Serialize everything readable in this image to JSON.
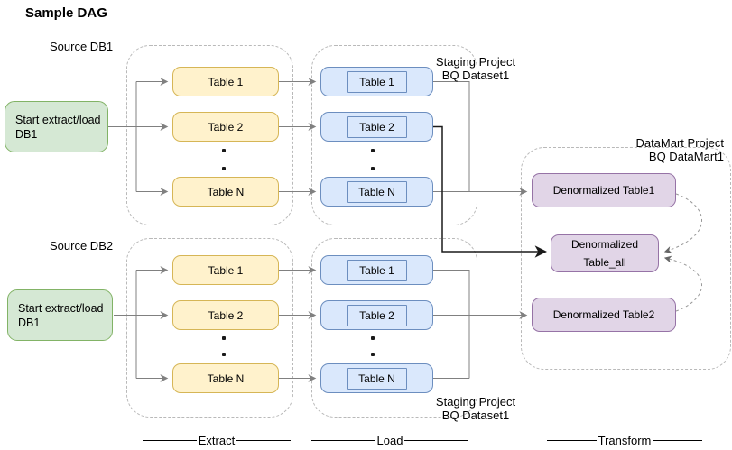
{
  "title": "Sample DAG",
  "colors": {
    "green_fill": "#d5e8d4",
    "green_stroke": "#82b366",
    "yellow_fill": "#fff2cc",
    "yellow_stroke": "#d6b656",
    "blue_fill": "#dae8fc",
    "blue_stroke": "#6c8ebf",
    "purple_fill": "#e1d5e7",
    "purple_stroke": "#9673a6",
    "container_stroke": "#b9b9b9",
    "connector": "#808080",
    "connector_dark": "#1a1a1a"
  },
  "sources": {
    "db1": {
      "label": "Source DB1",
      "start": {
        "line1": "Start extract/load",
        "line2": "DB1"
      }
    },
    "db2": {
      "label": "Source DB2",
      "start": {
        "line1": "Start extract/load",
        "line2": "DB1"
      }
    }
  },
  "extract_db1": {
    "table1": "Table 1",
    "table2": "Table 2",
    "tableN": "Table N"
  },
  "load_db1": {
    "table1": "Table 1",
    "table2": "Table 2",
    "tableN": "Table N"
  },
  "extract_db2": {
    "table1": "Table 1",
    "table2": "Table 2",
    "tableN": "Table N"
  },
  "load_db2": {
    "table1": "Table 1",
    "table2": "Table 2",
    "tableN": "Table N"
  },
  "staging_top": {
    "line1": "Staging Project",
    "line2": "BQ Dataset1"
  },
  "staging_bottom": {
    "line1": "Staging Project",
    "line2": "BQ Dataset1"
  },
  "datamart": {
    "label_line1": "DataMart Project",
    "label_line2": "BQ DataMart1",
    "table1": "Denormalized Table1",
    "table_all_line1": "Denormalized",
    "table_all_line2": "Table_all",
    "table2": "Denormalized Table2"
  },
  "stages": {
    "extract": "Extract",
    "load": "Load",
    "transform": "Transform"
  }
}
